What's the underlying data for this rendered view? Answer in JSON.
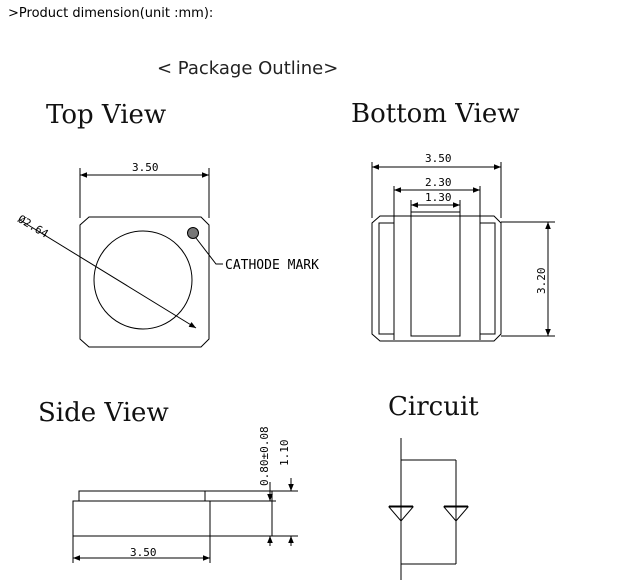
{
  "header": {
    "text": ">Product dimension(unit :mm):"
  },
  "diagram": {
    "package_title": "< Package Outline>",
    "views": {
      "top": {
        "title": "Top View",
        "width_label": "3.50",
        "diameter_label": "Ø2.64",
        "cathode_label": "CATHODE MARK"
      },
      "bottom": {
        "title": "Bottom View",
        "outer_width_label": "3.50",
        "mid_width_label": "2.30",
        "inner_width_label": "1.30",
        "height_label": "3.20"
      },
      "side": {
        "title": "Side View",
        "width_label": "3.50",
        "thickness_label": "0.80±0.08",
        "total_height_label": "1.10"
      },
      "circuit": {
        "title": "Circuit"
      }
    }
  }
}
